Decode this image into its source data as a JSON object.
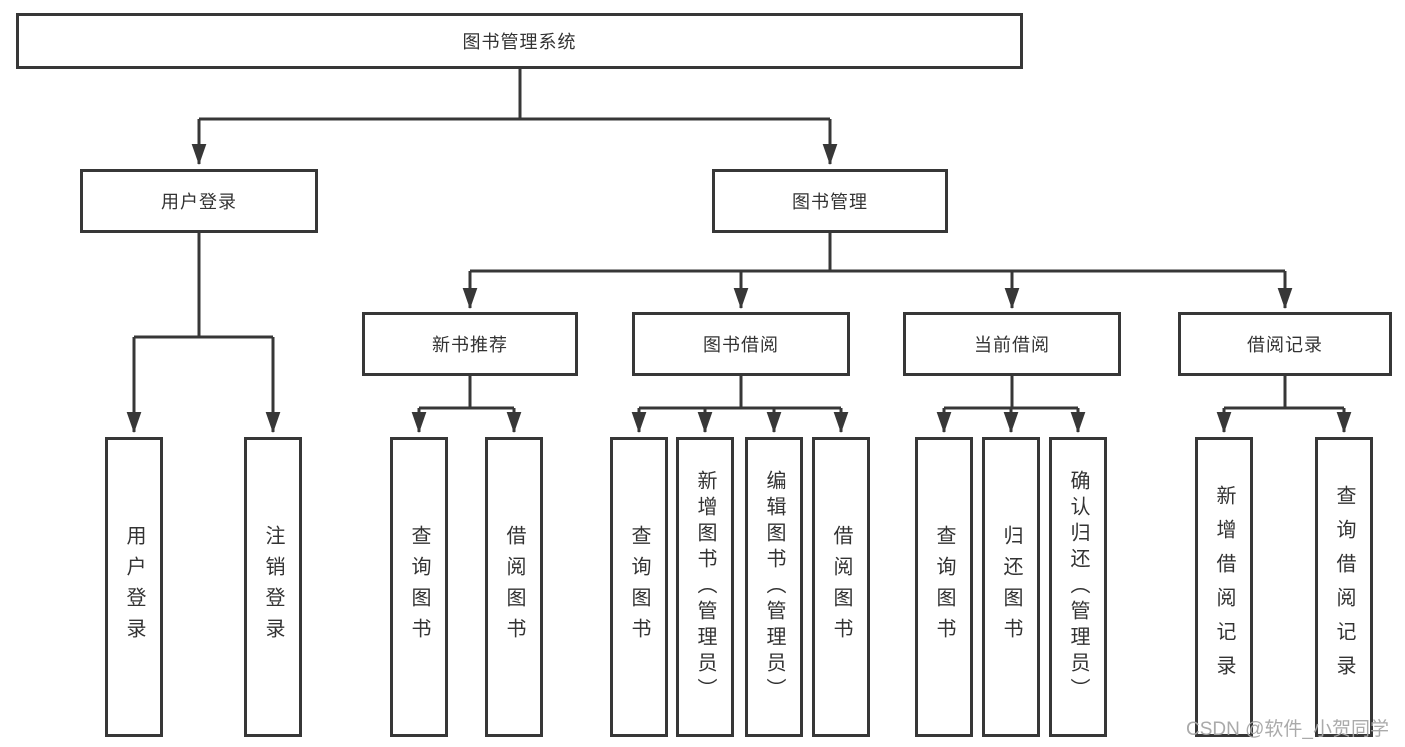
{
  "diagram": {
    "root": {
      "label": "图书管理系统"
    },
    "level2": [
      {
        "label": "用户登录"
      },
      {
        "label": "图书管理"
      }
    ],
    "level3": [
      {
        "label": "新书推荐",
        "parent": "图书管理"
      },
      {
        "label": "图书借阅",
        "parent": "图书管理"
      },
      {
        "label": "当前借阅",
        "parent": "图书管理"
      },
      {
        "label": "借阅记录",
        "parent": "图书管理"
      }
    ],
    "leaves": [
      {
        "label": "用户登录",
        "parent": "用户登录"
      },
      {
        "label": "注销登录",
        "parent": "用户登录"
      },
      {
        "label": "查询图书",
        "parent": "新书推荐"
      },
      {
        "label": "借阅图书",
        "parent": "新书推荐"
      },
      {
        "label": "查询图书",
        "parent": "图书借阅"
      },
      {
        "label": "新增图书（管理员）",
        "parent": "图书借阅"
      },
      {
        "label": "编辑图书（管理员）",
        "parent": "图书借阅"
      },
      {
        "label": "借阅图书",
        "parent": "图书借阅"
      },
      {
        "label": "查询图书",
        "parent": "当前借阅"
      },
      {
        "label": "归还图书",
        "parent": "当前借阅"
      },
      {
        "label": "确认归还（管理员）",
        "parent": "当前借阅"
      },
      {
        "label": "新增借阅记录",
        "parent": "借阅记录"
      },
      {
        "label": "查询借阅记录",
        "parent": "借阅记录"
      }
    ]
  },
  "watermark": "CSDN @软件_小贺同学",
  "colors": {
    "line": "#373737",
    "text": "#333333",
    "background": "#ffffff",
    "watermark": "#a6a6a6"
  }
}
